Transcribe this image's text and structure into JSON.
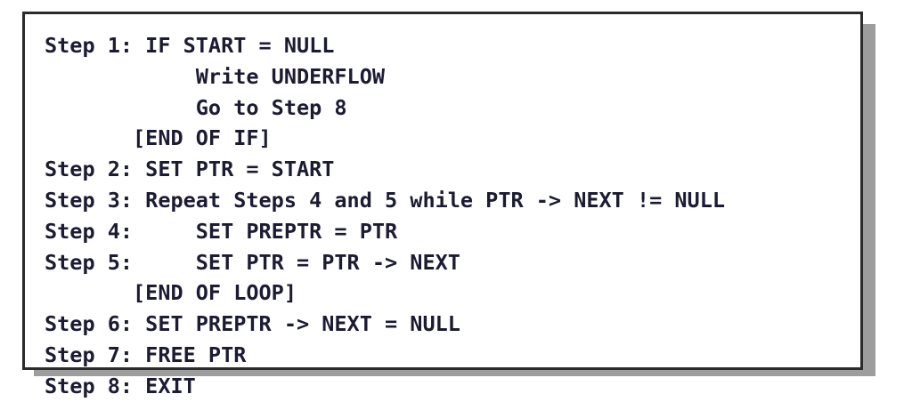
{
  "panel": {
    "title": "Algorithm pseudocode listing",
    "border_color": "#2b2b2b",
    "shadow_color": "#9d9d9d",
    "background_color": "#ffffff",
    "text_color": "#1b1b33"
  },
  "code": {
    "language": "pseudocode",
    "lines": [
      "Step 1: IF START = NULL",
      "            Write UNDERFLOW",
      "            Go to Step 8",
      "       [END OF IF]",
      "Step 2: SET PTR = START",
      "Step 3: Repeat Steps 4 and 5 while PTR -> NEXT != NULL",
      "Step 4:     SET PREPTR = PTR",
      "Step 5:     SET PTR = PTR -> NEXT",
      "       [END OF LOOP]",
      "Step 6: SET PREPTR -> NEXT = NULL",
      "Step 7: FREE PTR",
      "Step 8: EXIT"
    ]
  }
}
